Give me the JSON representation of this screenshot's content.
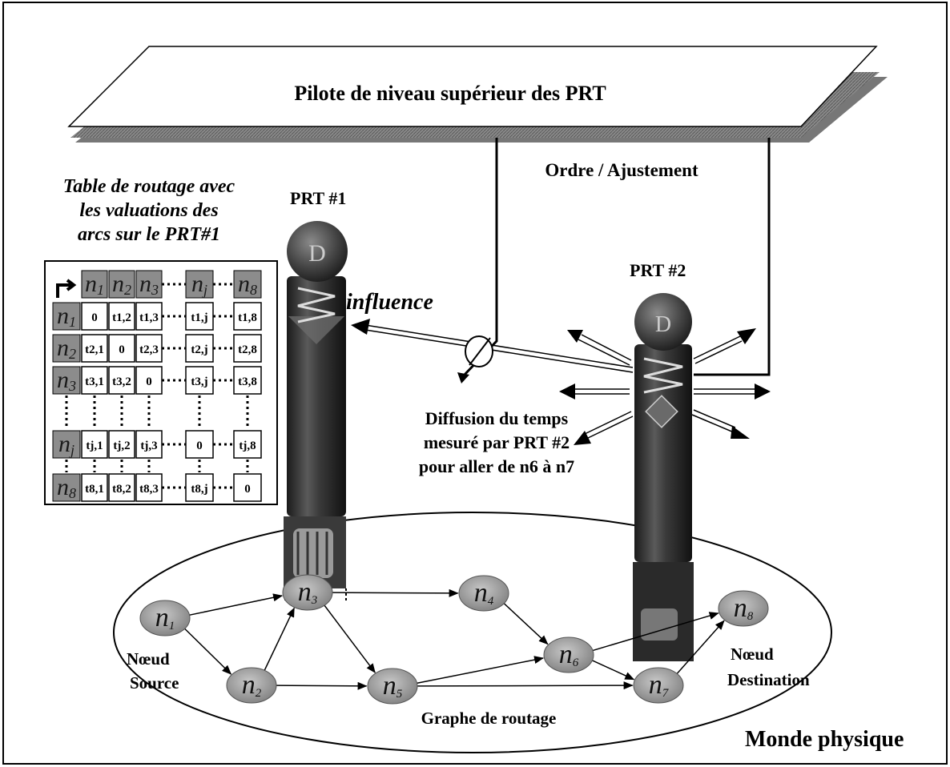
{
  "platform_label": "Pilote de niveau supérieur des PRT",
  "order_label": "Ordre / Ajustement",
  "table_caption": [
    "Table de routage avec",
    "les valuations des",
    "arcs sur le PRT#1"
  ],
  "prt1_label": "PRT #1",
  "prt2_label": "PRT #2",
  "influence_label": "influence",
  "diffusion_label": [
    "Diffusion du temps",
    "mesuré par PRT #2",
    "pour aller de n6 à n7"
  ],
  "pod_letter": "D",
  "graph_label": "Graphe de routage",
  "world_label": "Monde physique",
  "source_label": [
    "Nœud",
    "Source"
  ],
  "dest_label": [
    "Nœud",
    "Destination"
  ],
  "table": {
    "headers": [
      {
        "n": "n",
        "s": "1"
      },
      {
        "n": "n",
        "s": "2"
      },
      {
        "n": "n",
        "s": "3"
      },
      {
        "n": "n",
        "s": "j"
      },
      {
        "n": "n",
        "s": "8"
      }
    ],
    "rows": [
      {
        "h": {
          "n": "n",
          "s": "1"
        },
        "cells": [
          "0",
          "t1,2",
          "t1,3",
          "t1,j",
          "t1,8"
        ]
      },
      {
        "h": {
          "n": "n",
          "s": "2"
        },
        "cells": [
          "t2,1",
          "0",
          "t2,3",
          "t2,j",
          "t2,8"
        ]
      },
      {
        "h": {
          "n": "n",
          "s": "3"
        },
        "cells": [
          "t3,1",
          "t3,2",
          "0",
          "t3,j",
          "t3,8"
        ]
      },
      {
        "h": {
          "n": "n",
          "s": "j"
        },
        "cells": [
          "tj,1",
          "tj,2",
          "tj,3",
          "0",
          "tj,8"
        ]
      },
      {
        "h": {
          "n": "n",
          "s": "8"
        },
        "cells": [
          "t8,1",
          "t8,2",
          "t8,3",
          "t8,j",
          "0"
        ]
      }
    ]
  },
  "nodes": [
    {
      "id": "n1",
      "n": "n",
      "s": "1"
    },
    {
      "id": "n2",
      "n": "n",
      "s": "2"
    },
    {
      "id": "n3",
      "n": "n",
      "s": "3"
    },
    {
      "id": "n4",
      "n": "n",
      "s": "4"
    },
    {
      "id": "n5",
      "n": "n",
      "s": "5"
    },
    {
      "id": "n6",
      "n": "n",
      "s": "6"
    },
    {
      "id": "n7",
      "n": "n",
      "s": "7"
    },
    {
      "id": "n8",
      "n": "n",
      "s": "8"
    }
  ],
  "edges": [
    [
      "n1",
      "n3"
    ],
    [
      "n1",
      "n2"
    ],
    [
      "n2",
      "n3"
    ],
    [
      "n2",
      "n5"
    ],
    [
      "n3",
      "n4"
    ],
    [
      "n3",
      "n5"
    ],
    [
      "n4",
      "n6"
    ],
    [
      "n5",
      "n6"
    ],
    [
      "n5",
      "n7"
    ],
    [
      "n6",
      "n7"
    ],
    [
      "n6",
      "n8"
    ],
    [
      "n7",
      "n8"
    ]
  ]
}
